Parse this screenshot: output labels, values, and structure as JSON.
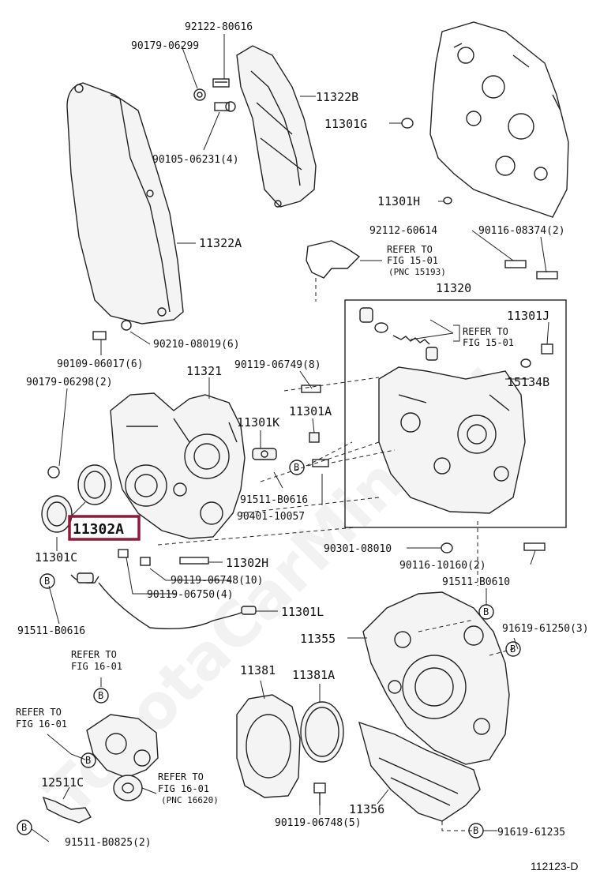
{
  "figure_id": "112123-D",
  "watermark": "ToyotaCarMine.ru",
  "highlight_color": "#8e1b3c",
  "callout_letter": "B",
  "part_labels": {
    "p92122_80616": "92122-80616",
    "p90179_06299": "90179-06299",
    "p11322B": "11322B",
    "p11301G": "11301G",
    "p90105_06231": "90105-06231(4)",
    "p11301H": "11301H",
    "p11322A": "11322A",
    "p92112_60614": "92112-60614",
    "p90116_08374": "90116-08374(2)",
    "p11320": "11320",
    "p11301J": "11301J",
    "p15134B": "15134B",
    "p90210_08019": "90210-08019(6)",
    "p90109_06017": "90109-06017(6)",
    "p90179_06298": "90179-06298(2)",
    "p11321": "11321",
    "p90119_06749": "90119-06749(8)",
    "p11301K": "11301K",
    "p11301A": "11301A",
    "p91511_B0616a": "91511-B0616",
    "p90401_10057": "90401-10057",
    "p11302A": "11302A",
    "p11301C": "11301C",
    "p11302H": "11302H",
    "p90119_06748_10": "90119-06748(10)",
    "p90119_06750": "90119-06750(4)",
    "p90301_08010": "90301-08010",
    "p90116_10160": "90116-10160(2)",
    "p91511_B0610": "91511-B0610",
    "p11301L": "11301L",
    "p91511_B0616b": "91511-B0616",
    "p11355": "11355",
    "p91619_61250": "91619-61250(3)",
    "p11381": "11381",
    "p11381A": "11381A",
    "p12511C": "12511C",
    "p11356": "11356",
    "p90119_06748_5": "90119-06748(5)",
    "p91511_B0825": "91511-B0825(2)",
    "p91619_61235": "91619-61235"
  },
  "references": {
    "fig15_01_a": {
      "line1": "REFER TO",
      "line2": "FIG 15-01",
      "line3": "(PNC 15193)"
    },
    "fig15_01_b": {
      "line1": "REFER TO",
      "line2": "FIG 15-01"
    },
    "fig16_01_a": {
      "line1": "REFER TO",
      "line2": "FIG 16-01"
    },
    "fig16_01_b": {
      "line1": "REFER TO",
      "line2": "FIG 16-01"
    },
    "fig16_01_c": {
      "line1": "REFER TO",
      "line2": "FIG 16-01",
      "line3": "(PNC 16620)"
    }
  }
}
